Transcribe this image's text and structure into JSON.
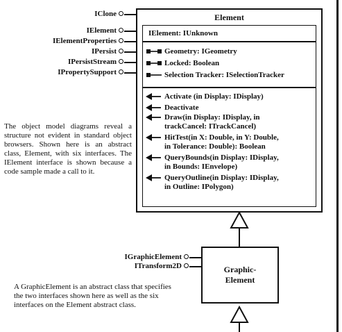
{
  "element_class": {
    "title": "Element",
    "inner_header": "IElement: IUnknown",
    "properties": [
      {
        "label": "Geometry: IGeometry",
        "icon": "read-write-property-icon"
      },
      {
        "label": "Locked: Boolean",
        "icon": "read-write-property-icon"
      },
      {
        "label": "Selection Tracker: ISelectionTracker",
        "icon": "write-only-property-icon"
      }
    ],
    "methods": [
      {
        "lines": [
          "Activate (in Display: IDisplay)"
        ]
      },
      {
        "lines": [
          "Deactivate"
        ]
      },
      {
        "lines": [
          "Draw(in Display: IDisplay, in",
          "trackCancel: ITrackCancel)"
        ]
      },
      {
        "lines": [
          "HitTest(in X: Double, in Y: Double,",
          "in Tolerance: Double): Boolean"
        ]
      },
      {
        "lines": [
          "QueryBounds(in Display: IDisplay,",
          "in Bounds: IEnvelope)"
        ]
      },
      {
        "lines": [
          "QueryOutline(in Display: IDisplay,",
          "in Outline: IPolygon)"
        ]
      }
    ]
  },
  "element_interfaces": [
    "IClone",
    "IElement",
    "IElementProperties",
    "IPersist",
    "IPersistStream",
    "IPropertySupport"
  ],
  "caption1": "The object model diagrams reveal a structure not evident in standard object browsers. Shown here is an abstract class, Element, with six interfaces. The IElement interface is shown because a code sample made a call to it.",
  "graphic_element": {
    "title_line1": "Graphic-",
    "title_line2": "Element",
    "interfaces": [
      "IGraphicElement",
      "ITransform2D"
    ]
  },
  "caption2": "A GraphicElement is an abstract class that specifies the two interfaces shown here as well as the six interfaces on the Element abstract class."
}
